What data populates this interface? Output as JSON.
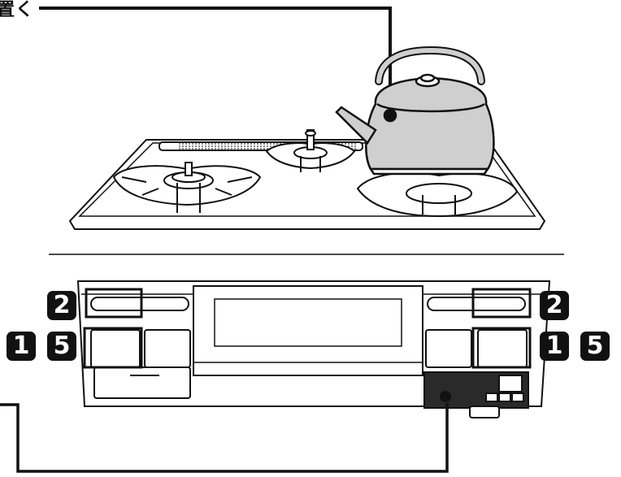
{
  "caption": {
    "text": "置く"
  },
  "badges": {
    "left_top": "2",
    "left_bottom_a": "1",
    "left_bottom_b": "5",
    "right_top": "2",
    "right_bottom_a": "1",
    "right_bottom_b": "5"
  },
  "colors": {
    "line": "#111111",
    "fill": "#ffffff",
    "kettle_gray": "#cfcfcf",
    "panel_dark": "#2a2a2a"
  }
}
